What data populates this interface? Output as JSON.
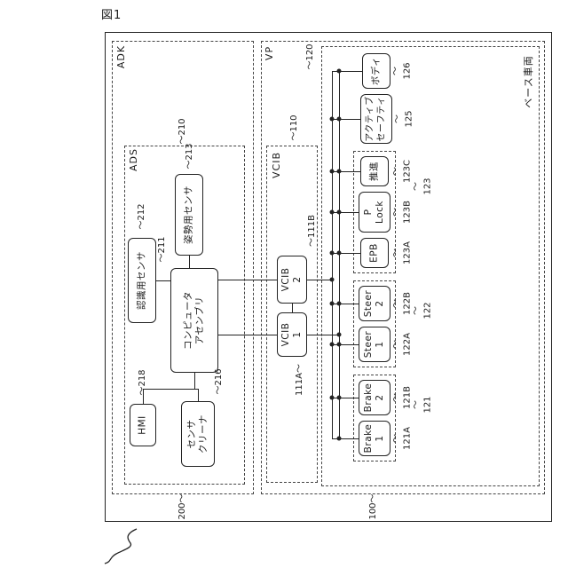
{
  "figure": {
    "title": "図1"
  },
  "adk": {
    "label": "ADK",
    "ref": "200〜",
    "ads": {
      "label": "ADS",
      "ref": "〜210",
      "nodes": {
        "recognition_sensor": {
          "label": "認識用センサ",
          "ref": "〜212"
        },
        "posture_sensor": {
          "label": "姿勢用センサ",
          "ref": "〜213"
        },
        "computer_assembly": {
          "label": "コンピュータ\nアセンブリ",
          "ref": "〜211"
        },
        "hmi": {
          "label": "HMI",
          "ref": "〜218"
        },
        "sensor_cleaner": {
          "label": "センサ\nクリーナ",
          "ref": "〜216"
        }
      }
    }
  },
  "vp": {
    "label": "VP",
    "ref": "100〜",
    "vcib": {
      "label": "VCIB",
      "ref": "〜110",
      "nodes": {
        "vcib2": {
          "label": "VCIB\n2",
          "ref": "〜111B"
        },
        "vcib1": {
          "label": "VCIB\n1",
          "ref": "111A〜"
        }
      }
    },
    "base_vehicle": {
      "label": "ベース車両",
      "ref": "〜120",
      "nodes": {
        "body": {
          "label": "ボディ",
          "ref": "〜\n126"
        },
        "active_safety": {
          "label": "アクティブ\nセーフティ",
          "ref": "〜\n125"
        },
        "propulsion": {
          "label": "推進",
          "ref": "〜\n123C"
        },
        "p_lock": {
          "label": "P\nLock",
          "ref": "〜\n123B"
        },
        "epb": {
          "label": "EPB",
          "ref": "〜\n123A"
        },
        "steer2": {
          "label": "Steer\n2",
          "ref": "〜\n122B"
        },
        "steer1": {
          "label": "Steer\n1",
          "ref": "〜\n122A"
        },
        "brake2": {
          "label": "Brake\n2",
          "ref": "〜\n121B"
        },
        "brake1": {
          "label": "Brake\n1",
          "ref": "〜\n121A"
        }
      },
      "groups": {
        "g123": {
          "ref": "〜\n123"
        },
        "g122": {
          "ref": "〜\n122"
        },
        "g121": {
          "ref": "〜\n121"
        }
      }
    }
  }
}
